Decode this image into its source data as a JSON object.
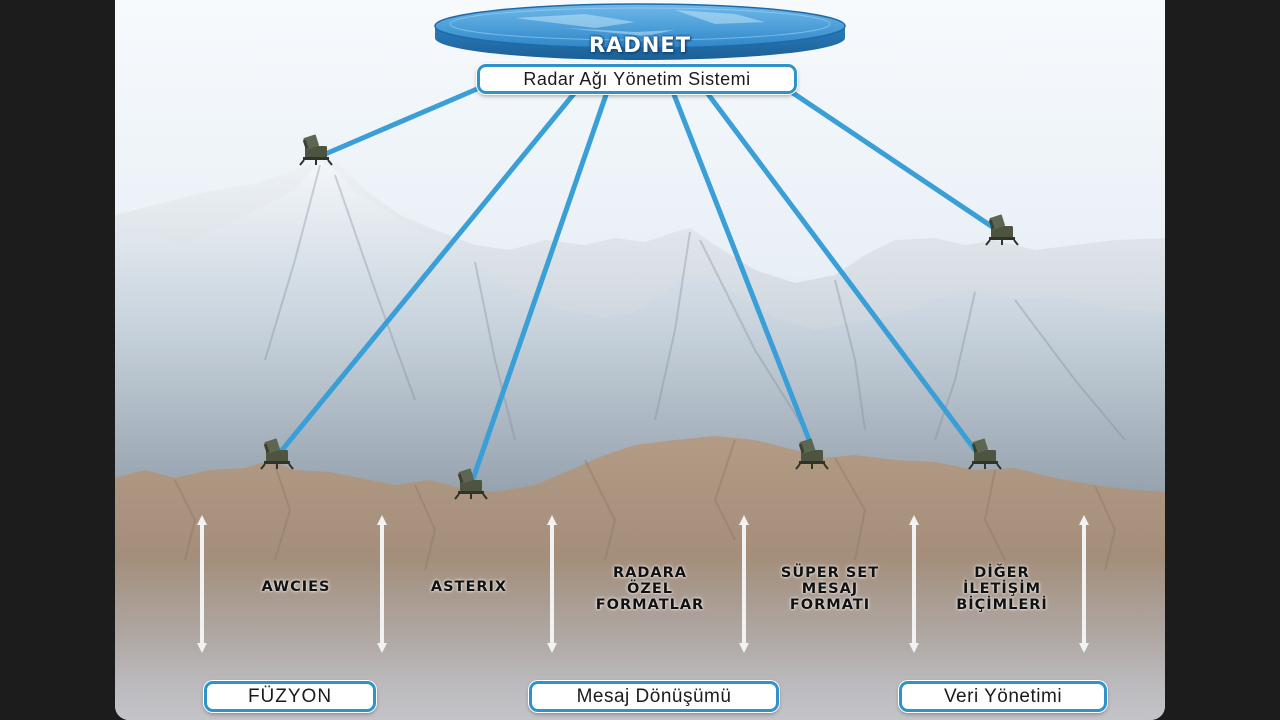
{
  "hub": {
    "title": "RADNET",
    "subtitle": "Radar Ağı Yönetim Sistemi",
    "icon": "radar-hub-disc-icon"
  },
  "radars": [
    {
      "name": "radar-top-left",
      "icon": "radar-unit-icon"
    },
    {
      "name": "radar-top-right",
      "icon": "radar-unit-icon"
    },
    {
      "name": "radar-1",
      "icon": "radar-unit-icon"
    },
    {
      "name": "radar-2",
      "icon": "radar-unit-icon"
    },
    {
      "name": "radar-3",
      "icon": "radar-unit-icon"
    },
    {
      "name": "radar-4",
      "icon": "radar-unit-icon"
    }
  ],
  "formats": {
    "awcies": [
      "AWCIES"
    ],
    "asterix": [
      "ASTERIX"
    ],
    "radara": [
      "RADARA",
      "ÖZEL",
      "FORMATLAR"
    ],
    "super": [
      "SÜPER SET",
      "MESAJ",
      "FORMATI"
    ],
    "diger": [
      "DİĞER",
      "İLETİŞİM",
      "BİÇİMLERİ"
    ]
  },
  "bottom": {
    "fuzyon": "FÜZYON",
    "mesaj": "Mesaj Dönüşümü",
    "veri": "Veri Yönetimi"
  },
  "colors": {
    "link": "#3a9fd6",
    "pill_border": "#2f93c9",
    "disc": "#3b8fd0",
    "arrow": "#f2f2f2"
  }
}
